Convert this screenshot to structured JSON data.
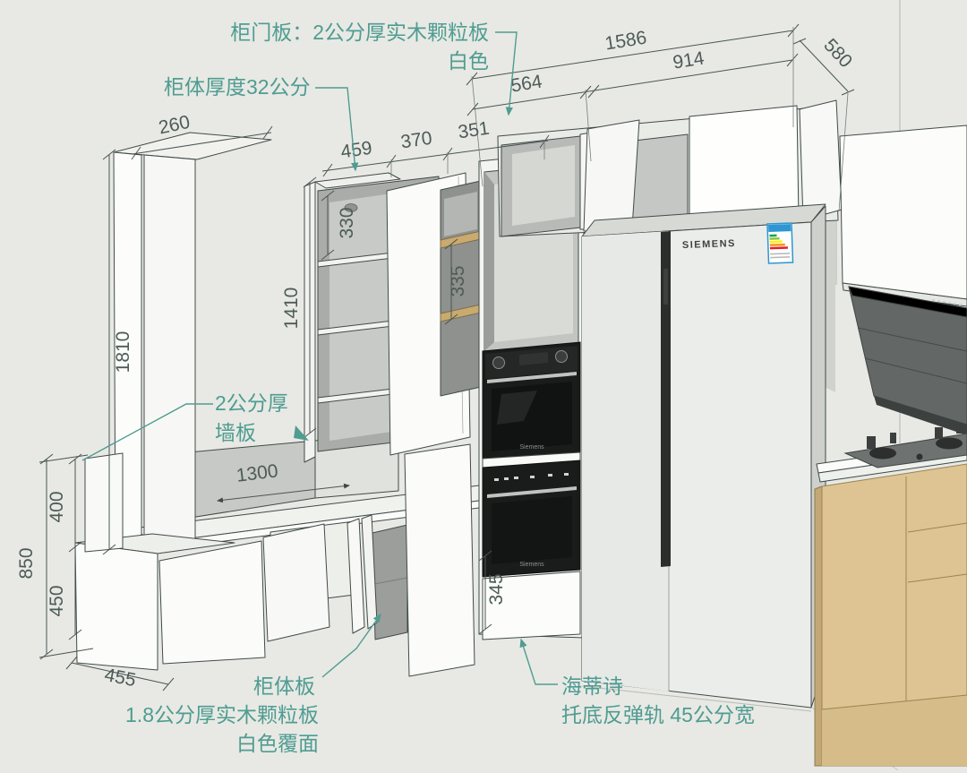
{
  "colors": {
    "background": "#e8e9e4",
    "annotation_teal": "#4f9c92",
    "dimension_text": "#4d5b58",
    "line": "#414b49",
    "wood_cabinet": "#ddc492",
    "appliance_black": "#1a1c1b"
  },
  "labels": {
    "door_panel_spec": "柜门板：2公分厚实木颗粒板",
    "door_panel_color": "白色",
    "cabinet_thickness": "柜体厚度32公分",
    "wall_panel_thickness": "2公分厚",
    "wall_panel": "墙板",
    "body_panel": "柜体板",
    "body_panel_spec": "1.8公分厚实木颗粒板",
    "body_panel_finish": "白色覆面",
    "rail_brand": "海蒂诗",
    "rail_spec": "托底反弹轨 45公分宽"
  },
  "dims": {
    "total_top": "1586",
    "right_top": "914",
    "left_top": "564",
    "depth_top": "580",
    "panel_width": "260",
    "w459": "459",
    "w370": "370",
    "w351": "351",
    "h330": "330",
    "h1410": "1410",
    "h335": "335",
    "h1810": "1810",
    "w1300": "1300",
    "h850": "850",
    "h400": "400",
    "h450": "450",
    "d455": "455",
    "h345": "345"
  },
  "appliances": {
    "fridge_brand": "SIEMENS",
    "oven_brand": "Siemens"
  }
}
